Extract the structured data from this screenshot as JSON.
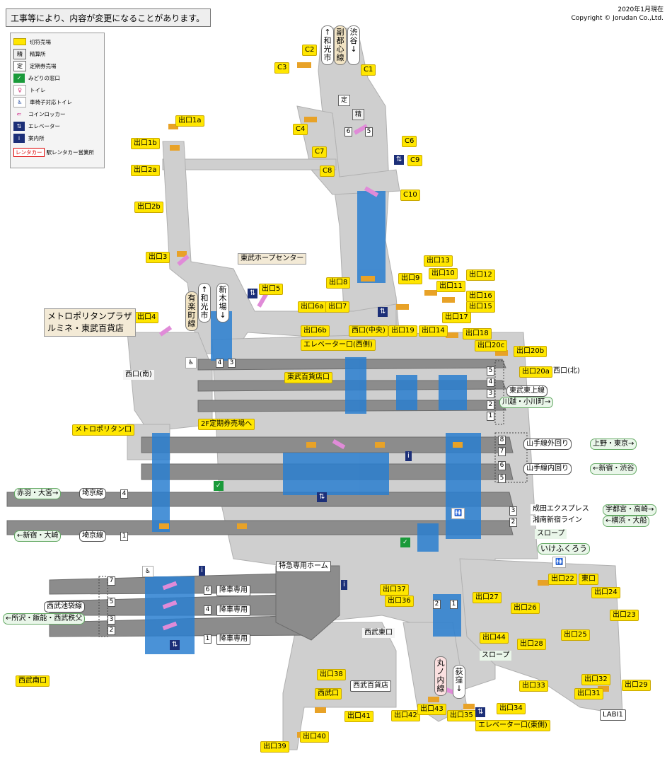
{
  "notice": "工事等により、内容が変更になることがあります。",
  "date_label": "2020年1月現在",
  "copyright": "Copyright © Jorudan Co.,Ltd.",
  "legend": [
    {
      "icon": "ticket-vending-icon",
      "label": "切符売場"
    },
    {
      "icon": "fare-adjust-icon",
      "label": "精算所"
    },
    {
      "icon": "commuter-pass-icon",
      "label": "定期券売場"
    },
    {
      "icon": "midori-window-icon",
      "label": "みどりの窓口"
    },
    {
      "icon": "toilet-icon",
      "label": "トイレ"
    },
    {
      "icon": "wheelchair-toilet-icon",
      "label": "車椅子対応トイレ"
    },
    {
      "icon": "coin-locker-icon",
      "label": "コインロッカー"
    },
    {
      "icon": "elevator-icon",
      "label": "エレベーター"
    },
    {
      "icon": "info-icon",
      "label": "案内所"
    },
    {
      "icon": "rentacar-icon",
      "label": "駅レンタカー営業所",
      "badge": "レンタカー"
    }
  ],
  "icon_glyphs": {
    "fare": "精",
    "pass": "定",
    "elevator": "⇅",
    "info": "i",
    "toilet": "🚻",
    "wheel": "♿"
  },
  "exits": [
    "C1",
    "C2",
    "C3",
    "C4",
    "C6",
    "C7",
    "C8",
    "C9",
    "C10",
    "出口1a",
    "出口1b",
    "出口2a",
    "出口2b",
    "出口3",
    "出口4",
    "出口5",
    "出口6a",
    "出口6b",
    "出口7",
    "出口8",
    "出口9",
    "出口10",
    "出口11",
    "出口12",
    "出口13",
    "出口14",
    "出口15",
    "出口16",
    "出口17",
    "出口18",
    "出口19",
    "出口20a",
    "出口20b",
    "出口20c",
    "出口22",
    "出口23",
    "出口24",
    "出口25",
    "出口26",
    "出口27",
    "出口28",
    "出口29",
    "出口31",
    "出口32",
    "出口33",
    "出口34",
    "出口35",
    "出口36",
    "出口37",
    "出口38",
    "出口39",
    "出口40",
    "出口41",
    "出口42",
    "出口43",
    "出口44"
  ],
  "places": {
    "hope_center": "東武ホープセンター",
    "metro_plaza_1": "メトロポリタンプラザ",
    "metro_plaza_2": "ルミネ・東武百貨店",
    "west_south": "西口(南)",
    "west_north": "西口(北)",
    "west_center": "西口(中央)",
    "elev_west": "エレベーター口(西側)",
    "elev_east": "エレベーター口(東側)",
    "tobu_dept_gate": "東武百貨店口",
    "pass_office_2f": "2F定期券売場へ",
    "metro_gate": "メトロポリタン口",
    "express_platform": "特急専用ホーム",
    "seibu_east": "西武東口",
    "seibu_dept": "西武百貨店",
    "seibu_gate": "西武口",
    "seibu_south": "西武南口",
    "east_gate": "東口",
    "ikefukuro": "いけふくろう",
    "slope1": "スロープ",
    "slope2": "スロープ",
    "labi": "LABI1"
  },
  "lines": {
    "fukutoshin": "副都心線",
    "fuku_north": "↑和光市",
    "fuku_south": "渋谷↓",
    "yurakucho": "有楽町線",
    "yura_north": "↑和光市",
    "yura_south": "新木場↓",
    "marunouchi": "丸ノ内線",
    "maru_dest": "荻窪↓",
    "tobu_tojo": "東武東上線",
    "tobu_dest": "川越・小川町→",
    "yamanote_out": "山手線外回り",
    "yamanote_out_dest": "上野・東京→",
    "yamanote_in": "山手線内回り",
    "yamanote_in_dest": "←新宿・渋谷",
    "narita": "成田エクスプレス",
    "shonan": "湘南新宿ライン",
    "shonan_north": "宇都宮・高崎→",
    "shonan_south": "←横浜・大船",
    "saikyo_n": "埼京線",
    "saikyo_n_dest": "赤羽・大宮→",
    "saikyo_s": "埼京線",
    "saikyo_s_dest": "←新宿・大崎",
    "seibu_ike": "西武池袋線",
    "seibu_dest": "←所沢・飯能・西武秩父",
    "alight_only": "降車専用"
  },
  "track_numbers": [
    "1",
    "2",
    "3",
    "4",
    "5",
    "6",
    "7",
    "8"
  ],
  "colors": {
    "platform": "#8c8c8c",
    "concourse": "#cfcfcf",
    "exit": "#ffe600",
    "tobu_track": "#2a7fd0",
    "stairs": "#e8a227",
    "escalator": "#e08bd8"
  }
}
